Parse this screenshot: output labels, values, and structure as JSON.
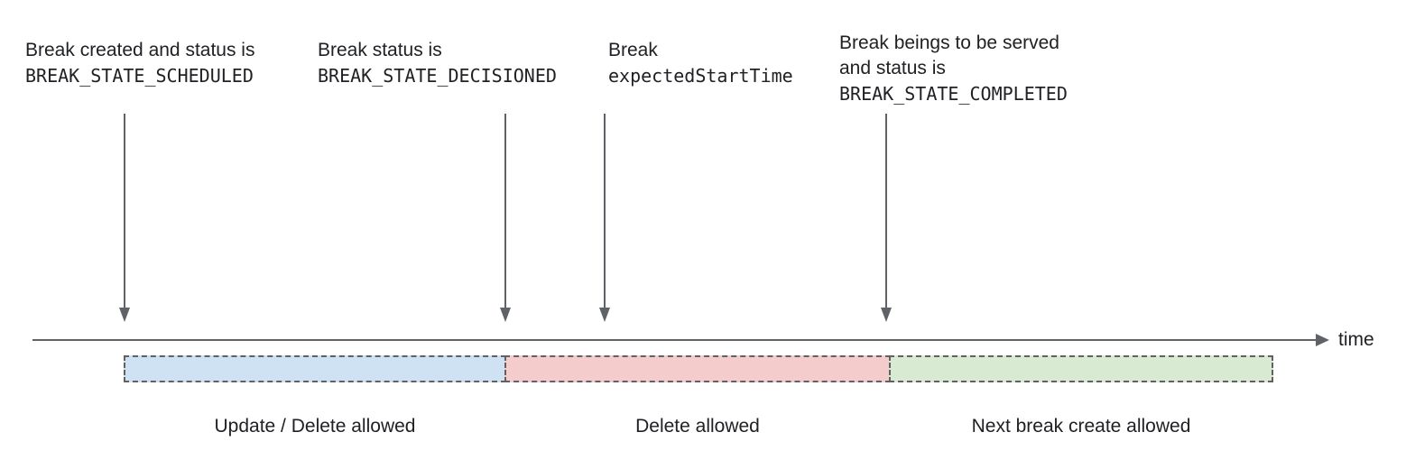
{
  "diagram_title": "break-lifecycle-timeline",
  "annotations": {
    "created": {
      "line1": "Break created and status is",
      "code": "BREAK_STATE_SCHEDULED"
    },
    "decisioned": {
      "line1": "Break status is",
      "code": "BREAK_STATE_DECISIONED"
    },
    "expected_start": {
      "line1": "Break",
      "code": "expectedStartTime"
    },
    "completed": {
      "line1": "Break beings to be served",
      "line2": "and status is",
      "code": "BREAK_STATE_COMPLETED"
    }
  },
  "timeline": {
    "axis_label": "time"
  },
  "segments": {
    "update_delete": {
      "label": "Update / Delete allowed",
      "fill": "#cfe2f3"
    },
    "delete_only": {
      "label": "Delete allowed",
      "fill": "#f4cccc"
    },
    "next_break": {
      "label": "Next break create allowed",
      "fill": "#d9ead3"
    }
  },
  "colors": {
    "arrow": "#5f6368",
    "axis": "#5f6368",
    "segment_border": "#616161",
    "text": "#202124"
  }
}
